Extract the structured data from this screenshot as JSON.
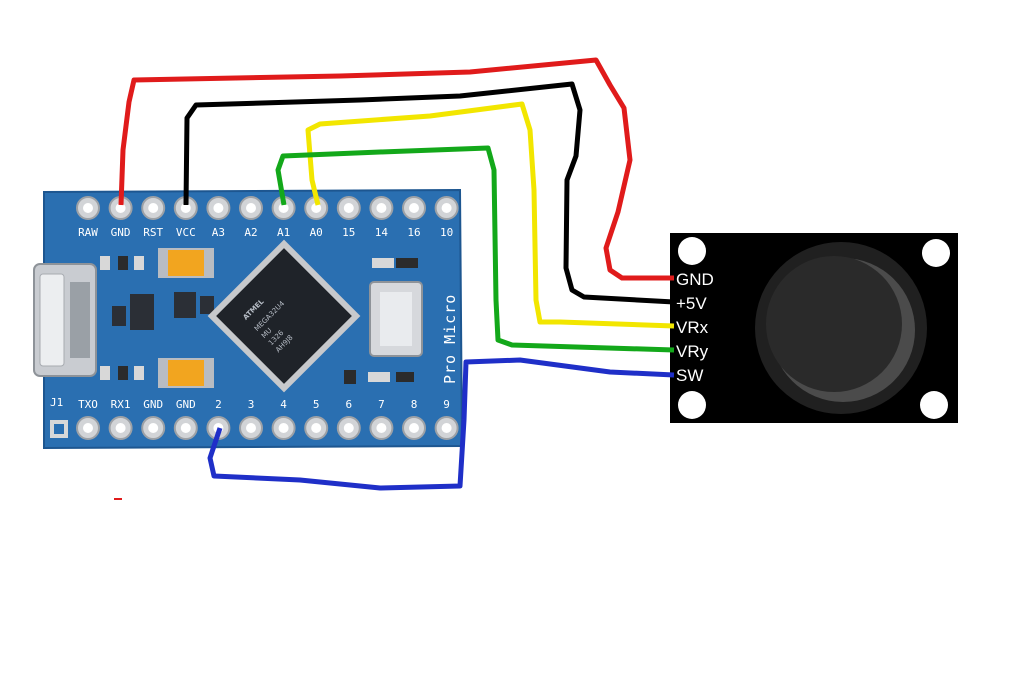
{
  "board": {
    "name": "Pro Micro",
    "chip_lines": [
      "ATMEL",
      "MEGA32U4",
      "MU",
      "1326",
      "AH9J8"
    ],
    "top_pins": [
      "RAW",
      "GND",
      "RST",
      "VCC",
      "A3",
      "A2",
      "A1",
      "A0",
      "15",
      "14",
      "16",
      "10"
    ],
    "bottom_pins": [
      "TXO",
      "RX1",
      "GND",
      "GND",
      "2",
      "3",
      "4",
      "5",
      "6",
      "7",
      "8",
      "9"
    ],
    "corner_label": "J1"
  },
  "joystick": {
    "pins": [
      "GND",
      "+5V",
      "VRx",
      "VRy",
      "SW"
    ]
  },
  "wires": [
    {
      "from": "GND",
      "to": "GND",
      "color": "#e01b1b"
    },
    {
      "from": "VCC",
      "to": "+5V",
      "color": "#000000"
    },
    {
      "from": "A0",
      "to": "VRx",
      "color": "#f2e600"
    },
    {
      "from": "A1",
      "to": "VRy",
      "color": "#13a81a"
    },
    {
      "from": "2",
      "to": "SW",
      "color": "#1f2fc8"
    }
  ],
  "colors": {
    "board": "#2a6fb1",
    "board_edge": "#1d5690",
    "module": "#000000"
  }
}
